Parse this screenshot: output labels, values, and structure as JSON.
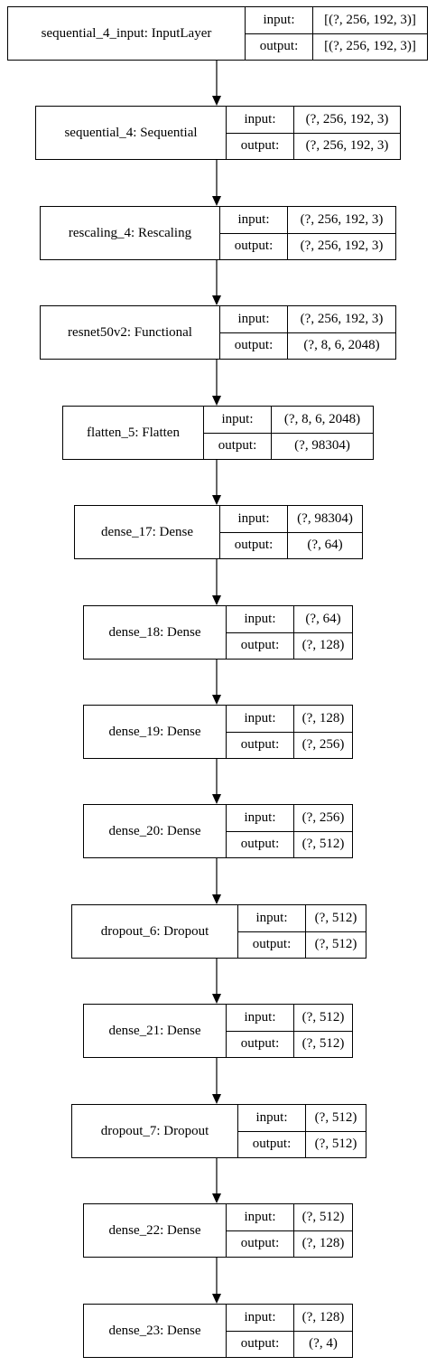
{
  "labels": {
    "input": "input:",
    "output": "output:"
  },
  "layers": [
    {
      "name": "sequential_4_input: InputLayer",
      "input": "[(?, 256, 192, 3)]",
      "output": "[(?, 256, 192, 3)]"
    },
    {
      "name": "sequential_4: Sequential",
      "input": "(?, 256, 192, 3)",
      "output": "(?, 256, 192, 3)"
    },
    {
      "name": "rescaling_4: Rescaling",
      "input": "(?, 256, 192, 3)",
      "output": "(?, 256, 192, 3)"
    },
    {
      "name": "resnet50v2: Functional",
      "input": "(?, 256, 192, 3)",
      "output": "(?, 8, 6, 2048)"
    },
    {
      "name": "flatten_5: Flatten",
      "input": "(?, 8, 6, 2048)",
      "output": "(?, 98304)"
    },
    {
      "name": "dense_17: Dense",
      "input": "(?, 98304)",
      "output": "(?, 64)"
    },
    {
      "name": "dense_18: Dense",
      "input": "(?, 64)",
      "output": "(?, 128)"
    },
    {
      "name": "dense_19: Dense",
      "input": "(?, 128)",
      "output": "(?, 256)"
    },
    {
      "name": "dense_20: Dense",
      "input": "(?, 256)",
      "output": "(?, 512)"
    },
    {
      "name": "dropout_6: Dropout",
      "input": "(?, 512)",
      "output": "(?, 512)"
    },
    {
      "name": "dense_21: Dense",
      "input": "(?, 512)",
      "output": "(?, 512)"
    },
    {
      "name": "dropout_7: Dropout",
      "input": "(?, 512)",
      "output": "(?, 512)"
    },
    {
      "name": "dense_22: Dense",
      "input": "(?, 512)",
      "output": "(?, 128)"
    },
    {
      "name": "dense_23: Dense",
      "input": "(?, 128)",
      "output": "(?, 4)"
    }
  ]
}
